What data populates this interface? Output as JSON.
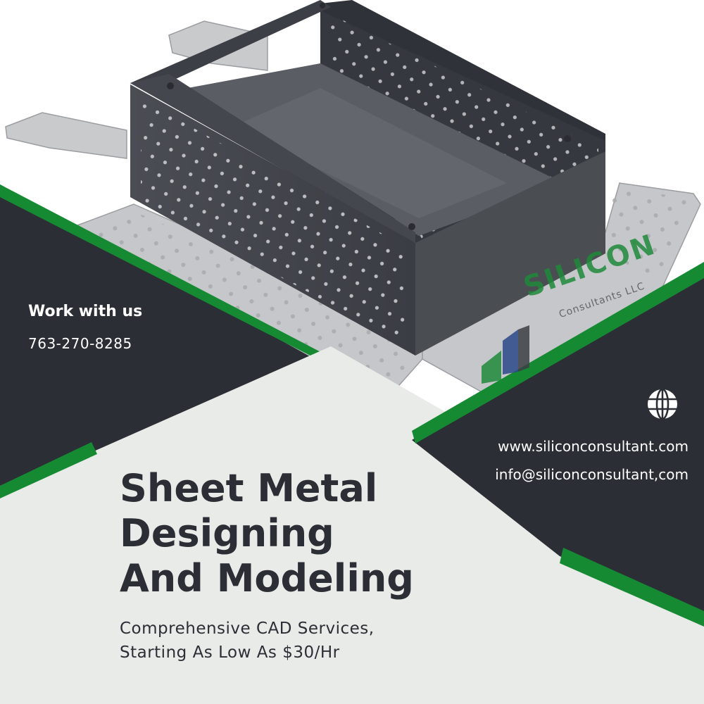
{
  "contact": {
    "heading": "Work with us",
    "phone": "763-270-8285",
    "website": "www.siliconconsultant.com",
    "email": "info@siliconconsultant,com"
  },
  "headline": {
    "line1": "Sheet Metal",
    "line2": "Designing",
    "line3": "And Modeling"
  },
  "subline": {
    "line1": "Comprehensive CAD Services,",
    "line2": "Starting As Low As $30/Hr"
  },
  "logo": {
    "name": "SILICON",
    "subtitle": "Consultants LLC"
  },
  "icons": {
    "globe": "globe-icon"
  },
  "colors": {
    "dark": "#2b2e35",
    "green": "#168a33",
    "light": "#e9ebe9",
    "metal_dark": "#3e4147",
    "metal_light": "#c8c9cb"
  }
}
